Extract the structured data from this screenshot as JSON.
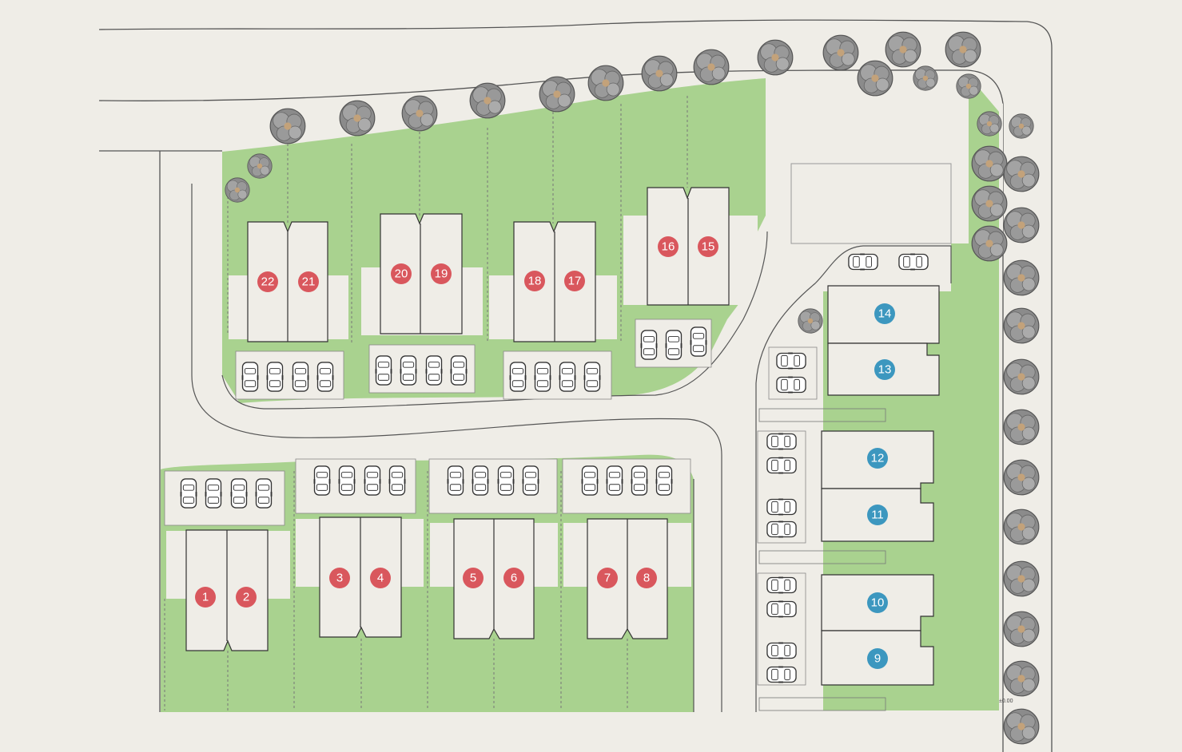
{
  "colors": {
    "background": "#efede7",
    "lawn": "#a9d28f",
    "road_line": "#6a6a6a",
    "building": "#efede7",
    "badge_red": "#d9575d",
    "badge_blue": "#3c97bf",
    "tree": "#7e7e7e"
  },
  "units_row_south": [
    {
      "label": "1",
      "color": "red"
    },
    {
      "label": "2",
      "color": "red"
    },
    {
      "label": "3",
      "color": "red"
    },
    {
      "label": "4",
      "color": "red"
    },
    {
      "label": "5",
      "color": "red"
    },
    {
      "label": "6",
      "color": "red"
    },
    {
      "label": "7",
      "color": "red"
    },
    {
      "label": "8",
      "color": "red"
    }
  ],
  "units_row_north": [
    {
      "label": "22",
      "color": "red"
    },
    {
      "label": "21",
      "color": "red"
    },
    {
      "label": "20",
      "color": "red"
    },
    {
      "label": "19",
      "color": "red"
    },
    {
      "label": "18",
      "color": "red"
    },
    {
      "label": "17",
      "color": "red"
    },
    {
      "label": "16",
      "color": "red"
    },
    {
      "label": "15",
      "color": "red"
    }
  ],
  "units_east": [
    {
      "label": "14",
      "color": "blue"
    },
    {
      "label": "13",
      "color": "blue"
    },
    {
      "label": "12",
      "color": "blue"
    },
    {
      "label": "11",
      "color": "blue"
    },
    {
      "label": "10",
      "color": "blue"
    },
    {
      "label": "9",
      "color": "blue"
    }
  ],
  "elevation_mark": "±0.00",
  "icons": {
    "tree": "tree-icon",
    "car": "car-icon"
  }
}
